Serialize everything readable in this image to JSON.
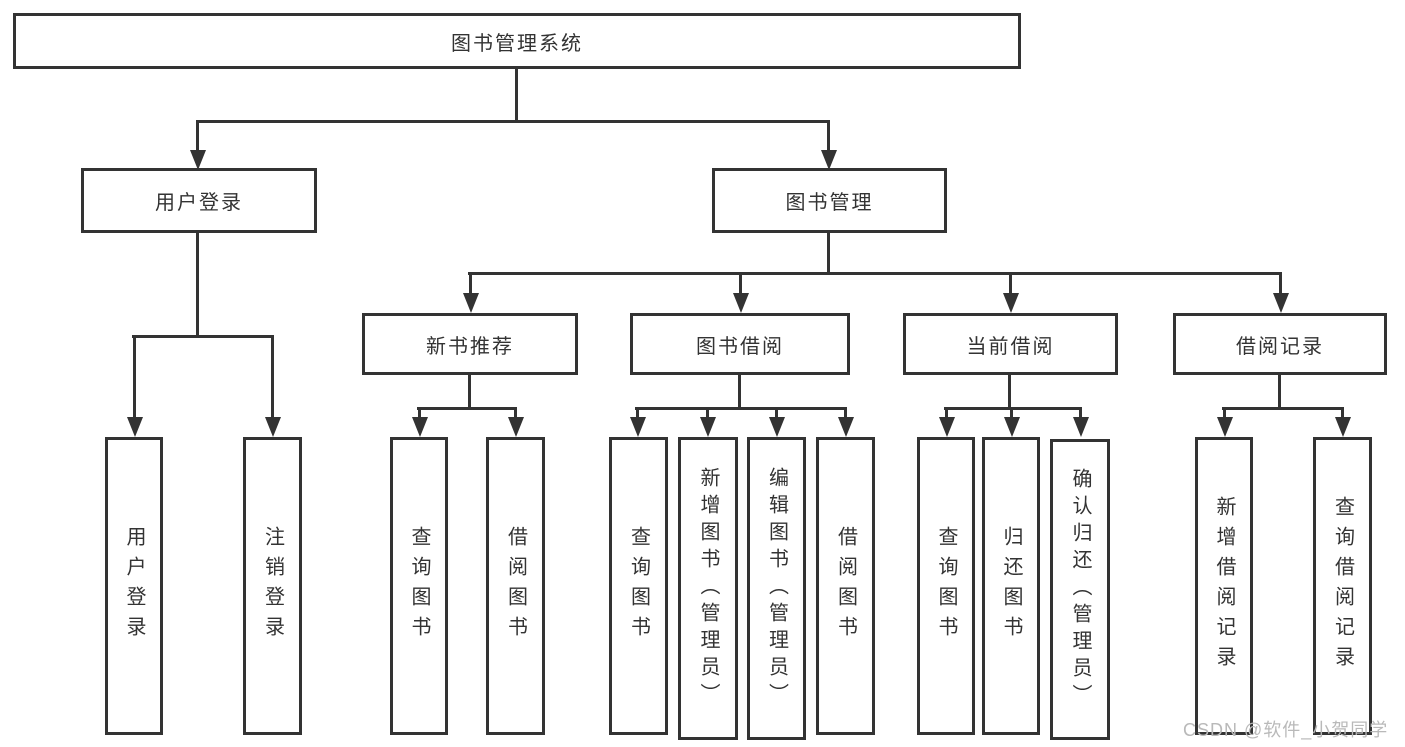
{
  "diagram": {
    "title": "图书管理系统",
    "tree": {
      "root": {
        "label": "图书管理系统"
      },
      "children": [
        {
          "label": "用户登录",
          "children": [
            {
              "label": "用户登录"
            },
            {
              "label": "注销登录"
            }
          ]
        },
        {
          "label": "图书管理",
          "children": [
            {
              "label": "新书推荐",
              "children": [
                {
                  "label": "查询图书"
                },
                {
                  "label": "借阅图书"
                }
              ]
            },
            {
              "label": "图书借阅",
              "children": [
                {
                  "label": "查询图书"
                },
                {
                  "label": "新增图书（管理员）"
                },
                {
                  "label": "编辑图书（管理员）"
                },
                {
                  "label": "借阅图书"
                }
              ]
            },
            {
              "label": "当前借阅",
              "children": [
                {
                  "label": "查询图书"
                },
                {
                  "label": "归还图书"
                },
                {
                  "label": "确认归还（管理员）"
                }
              ]
            },
            {
              "label": "借阅记录",
              "children": [
                {
                  "label": "新增借阅记录"
                },
                {
                  "label": "查询借阅记录"
                }
              ]
            }
          ]
        }
      ]
    }
  },
  "watermark": {
    "text": "CSDN @软件_小贺同学"
  },
  "colors": {
    "line": "#333333",
    "text": "#333333",
    "watermark": "#b9b9b9",
    "bg": "#ffffff"
  }
}
